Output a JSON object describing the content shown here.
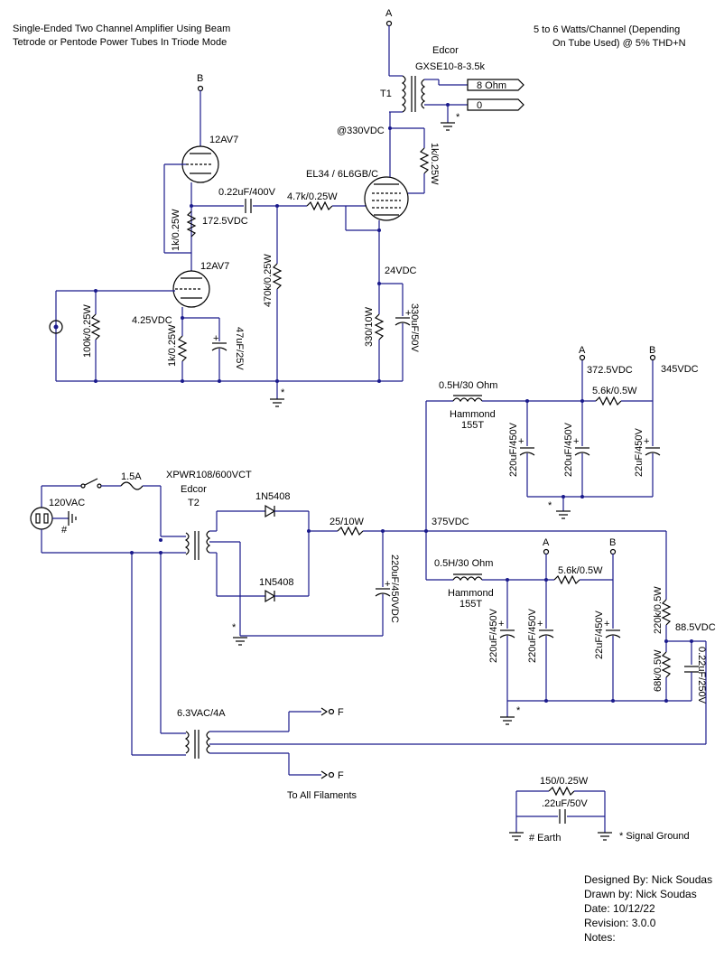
{
  "title": {
    "line1": "Single-Ended Two Channel Amplifier Using Beam",
    "line2": "Tetrode or Pentode Power Tubes In Triode Mode"
  },
  "spec": {
    "line1": "5 to 6 Watts/Channel (Depending",
    "line2": "On Tube Used) @ 5% THD+N"
  },
  "amp": {
    "node_a": "A",
    "node_b": "B",
    "tube1": "12AV7",
    "tube2": "12AV7",
    "r_1k": "1k/0.25W",
    "v_1725": "172.5VDC",
    "cap_022": "0.22uF/400V",
    "r_47k": "4.7k/0.25W",
    "power_tube": "EL34 / 6L6GB/C",
    "v_330": "@330VDC",
    "t1": "T1",
    "edcor": "Edcor",
    "ot_model": "GXSE10-8-3.5k",
    "out_8": "8   Ohm",
    "out_0": "0",
    "r_1k_plate": "1k/0.25W",
    "r_470k": "470k/0.25W",
    "v_24": "24VDC",
    "r_330": "330/10W",
    "cap_330": "330uF/50V",
    "r_100k": "100k/0.25W",
    "v_425": "4.25VDC",
    "r_1k_cath": "1k/0.25W",
    "cap_47": "47uF/25V",
    "star": "*"
  },
  "psu": {
    "node_a": "A",
    "node_b": "B",
    "v_3725": "372.5VDC",
    "v_345": "345VDC",
    "choke1": "0.5H/30 Ohm",
    "hammond1": "Hammond",
    "m155t1": "155T",
    "r_56k1": "5.6k/0.5W",
    "c1": "220uF/450V",
    "c2": "220uF/450V",
    "c3": "22uF/450V",
    "fuse": "1.5A",
    "vac": "120VAC",
    "hash": "#",
    "xfmr": "XPWR108/600VCT",
    "edcor": "Edcor",
    "t2": "T2",
    "d1": "1N5408",
    "d2": "1N5408",
    "r_25": "25/10W",
    "v_375": "375VDC",
    "cap_main": "220uF/450VDC",
    "choke2": "0.5H/30 Ohm",
    "hammond2": "Hammond",
    "m155t2": "155T",
    "node_a2": "A",
    "node_b2": "B",
    "r_56k2": "5.6k/0.5W",
    "c4": "220uF/450V",
    "c5": "220uF/450V",
    "c6": "22uF/450V",
    "r_220k": "220k/0.5W",
    "v_885": "88.5VDC",
    "r_68k": "68k/0.5W",
    "cap_022_250": "0.22uF/250V",
    "heater": "6.3VAC/4A",
    "f1": "F",
    "f2": "F",
    "filaments": "To All Filaments"
  },
  "legend": {
    "r_150": "150/0.25W",
    "cap_22": ".22uF/50V",
    "earth": "# Earth",
    "signal": "* Signal Ground"
  },
  "credits": {
    "designed": "Designed By: Nick Soudas",
    "drawn": "Drawn by: Nick Soudas",
    "date": "Date: 10/12/22",
    "revision": "Revision: 3.0.0",
    "notes": "Notes:"
  }
}
